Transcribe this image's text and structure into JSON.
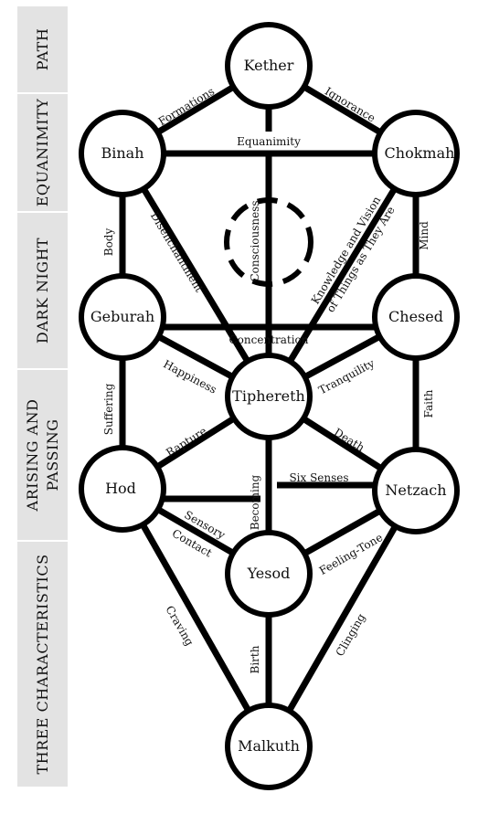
{
  "colors": {
    "band_fill": "#e3e3e3",
    "band_border": "#ffffff",
    "stroke": "#000000",
    "node_fill": "#ffffff",
    "text": "#111111"
  },
  "stages": [
    {
      "id": "path",
      "label": "PATH"
    },
    {
      "id": "equanimity",
      "label": "EQUANIMITY"
    },
    {
      "id": "dark-night",
      "label": "DARK NIGHT"
    },
    {
      "id": "arising-passing",
      "label": "ARISING AND",
      "label2": "PASSING"
    },
    {
      "id": "three-characteristics",
      "label": "THREE CHARACTERISTICS"
    }
  ],
  "sephirot": [
    {
      "id": "kether",
      "label": "Kether"
    },
    {
      "id": "binah",
      "label": "Binah"
    },
    {
      "id": "chokmah",
      "label": "Chokmah"
    },
    {
      "id": "geburah",
      "label": "Geburah"
    },
    {
      "id": "chesed",
      "label": "Chesed"
    },
    {
      "id": "tiphereth",
      "label": "Tiphereth"
    },
    {
      "id": "hod",
      "label": "Hod"
    },
    {
      "id": "netzach",
      "label": "Netzach"
    },
    {
      "id": "yesod",
      "label": "Yesod"
    },
    {
      "id": "malkuth",
      "label": "Malkuth"
    }
  ],
  "paths": [
    {
      "id": "formations",
      "from": "kether",
      "to": "binah",
      "label": "Formations"
    },
    {
      "id": "ignorance",
      "from": "kether",
      "to": "chokmah",
      "label": "Ignorance"
    },
    {
      "id": "equanimity",
      "from": "binah",
      "to": "chokmah",
      "label": "Equanimity"
    },
    {
      "id": "consciousness",
      "from": "kether",
      "to": "tiphereth",
      "label": "Consciousness"
    },
    {
      "id": "body",
      "from": "binah",
      "to": "geburah",
      "label": "Body"
    },
    {
      "id": "disenchantment",
      "from": "binah",
      "to": "tiphereth",
      "label": "Disenchantment"
    },
    {
      "id": "knowledge-vision",
      "from": "chokmah",
      "to": "tiphereth",
      "label": "Knowledge and Vision",
      "label2": "of Things as They Are"
    },
    {
      "id": "mind",
      "from": "chokmah",
      "to": "chesed",
      "label": "Mind"
    },
    {
      "id": "concentration",
      "from": "geburah",
      "to": "chesed",
      "label": "Concentration"
    },
    {
      "id": "suffering",
      "from": "geburah",
      "to": "hod",
      "label": "Suffering"
    },
    {
      "id": "happiness",
      "from": "geburah",
      "to": "tiphereth",
      "label": "Happiness"
    },
    {
      "id": "tranquility",
      "from": "chesed",
      "to": "tiphereth",
      "label": "Tranquility"
    },
    {
      "id": "faith",
      "from": "chesed",
      "to": "netzach",
      "label": "Faith"
    },
    {
      "id": "rapture",
      "from": "tiphereth",
      "to": "hod",
      "label": "Rapture"
    },
    {
      "id": "death",
      "from": "tiphereth",
      "to": "netzach",
      "label": "Death"
    },
    {
      "id": "becoming",
      "from": "tiphereth",
      "to": "yesod",
      "label": "Becoming"
    },
    {
      "id": "six-senses",
      "from": "hod",
      "to": "netzach",
      "label": "Six Senses"
    },
    {
      "id": "sensory-contact",
      "from": "hod",
      "to": "yesod",
      "label": "Sensory",
      "label2": "Contact"
    },
    {
      "id": "feeling-tone",
      "from": "netzach",
      "to": "yesod",
      "label": "Feeling-Tone"
    },
    {
      "id": "craving",
      "from": "hod",
      "to": "malkuth",
      "label": "Craving"
    },
    {
      "id": "clinging",
      "from": "netzach",
      "to": "malkuth",
      "label": "Clinging"
    },
    {
      "id": "birth",
      "from": "yesod",
      "to": "malkuth",
      "label": "Birth"
    }
  ]
}
